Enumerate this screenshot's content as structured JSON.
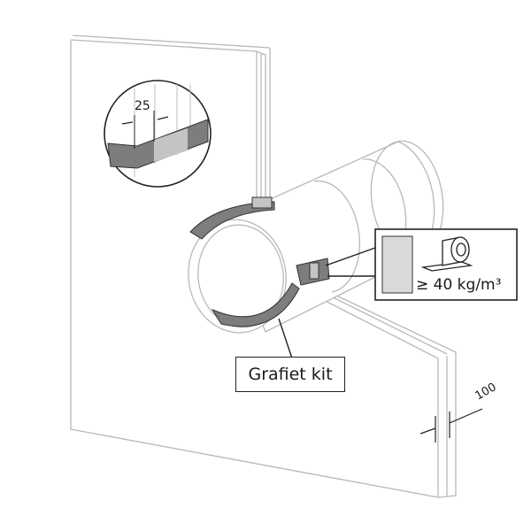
{
  "labels": {
    "detail_dimension": "25",
    "wall_thickness": "100",
    "product_name": "Grafiet kit",
    "density": "≥ 40 kg/m³"
  },
  "colors": {
    "line": "#b8b8b8",
    "band_dark": "#7d7d7d",
    "band_light": "#c4c4c4",
    "insulation_fill": "#d9d9d9"
  }
}
